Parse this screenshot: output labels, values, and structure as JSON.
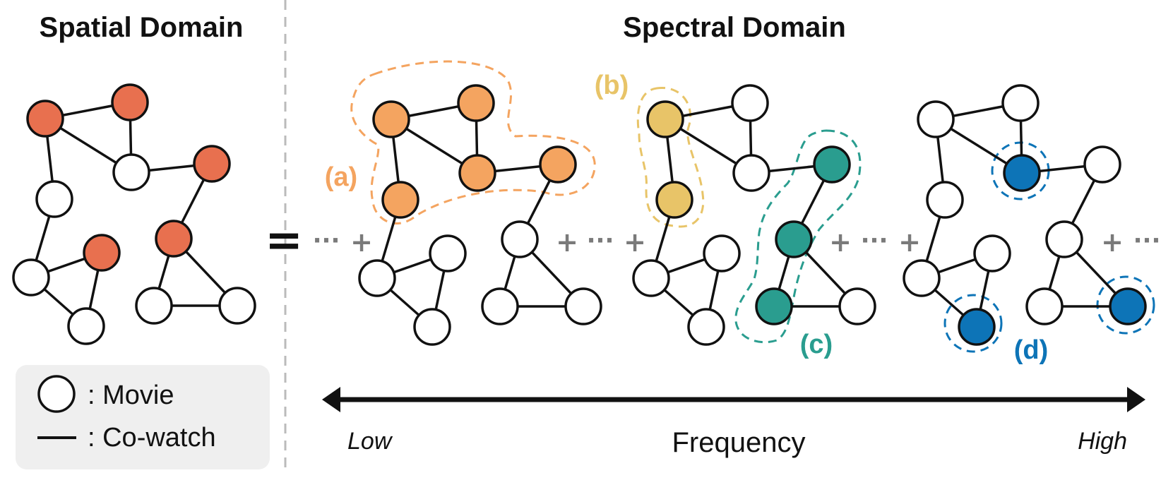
{
  "titles": {
    "spatial": "Spatial Domain",
    "spectral": "Spectral Domain"
  },
  "legend": {
    "node_label": ": Movie",
    "edge_label": ": Co-watch"
  },
  "components": [
    {
      "id": "a",
      "label": "(a)",
      "color": "#f4a460"
    },
    {
      "id": "b",
      "label": "(b)",
      "color": "#e8c468"
    },
    {
      "id": "c",
      "label": "(c)",
      "color": "#2a9d8f"
    },
    {
      "id": "d",
      "label": "(d)",
      "color": "#0d74b7"
    }
  ],
  "operators": {
    "equals": "=",
    "plus": "+",
    "ellipsis": "···"
  },
  "axis": {
    "label": "Frequency",
    "low": "Low",
    "high": "High"
  },
  "colors": {
    "spatial_highlight": "#e8704f",
    "node_default": "#ffffff",
    "edge": "#111111",
    "divider": "#bbbbbb",
    "legend_bg": "#efefef"
  }
}
